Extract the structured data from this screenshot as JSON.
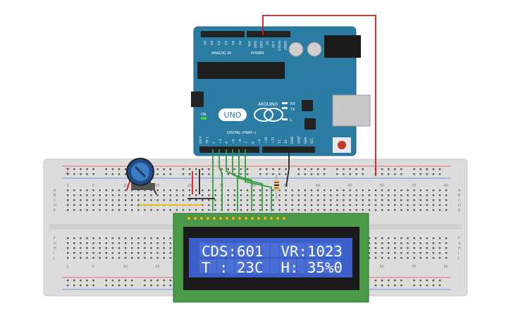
{
  "lcd": {
    "line1": "CDS:601  VR:1023",
    "line2": "T : 23C  H: 35%0"
  },
  "arduino": {
    "brand": "ARDUINO",
    "model": "UNO",
    "tx_label": "TX",
    "rx_label": "RX",
    "on_label": "ON",
    "l_label": "L",
    "analog_label": "ANALOG IN",
    "power_label": "POWER",
    "digital_label": "DIGITAL (PWM~)",
    "analog_pins": [
      "A5",
      "A4",
      "A3",
      "A2",
      "A1",
      "A0"
    ],
    "power_pins": [
      "VIN",
      "GND",
      "GND",
      "5V",
      "3.3V",
      "RESET",
      "IOREF"
    ],
    "digital_pins": [
      "RX 0",
      "TX 1",
      "2",
      "~3",
      "4",
      "~5",
      "~6",
      "7",
      "8",
      "~9",
      "~10",
      "~11",
      "12",
      "13",
      "GND",
      "AREF",
      "SDA",
      "SCL"
    ]
  },
  "breadboard": {
    "top_numbers": [
      "1",
      "5",
      "10",
      "15",
      "20",
      "25",
      "30",
      "35",
      "40",
      "45",
      "50",
      "55",
      "60"
    ],
    "row_letters_top": [
      "A",
      "B",
      "C",
      "D",
      "E"
    ],
    "row_letters_bottom": [
      "F",
      "G",
      "H",
      "I",
      "J"
    ],
    "plus": "+",
    "minus": "−"
  },
  "colors": {
    "board": "#2a7ca3",
    "lcd_screen": "#3b5ec8",
    "lcd_pcb": "#4a9a4a",
    "wire_green": "#2e9e3a",
    "wire_red": "#d41e1e",
    "wire_black": "#222222",
    "wire_yellow": "#e8c21a"
  }
}
